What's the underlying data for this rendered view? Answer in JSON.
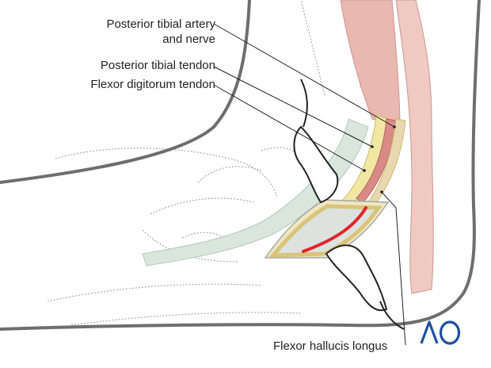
{
  "labels": {
    "posterior_tibial_artery_line1": "Posterior tibial artery",
    "posterior_tibial_artery_line2": "and nerve",
    "posterior_tibial_tendon": "Posterior tibial tendon",
    "flexor_digitorum_tendon": "Flexor digitorum tendon",
    "flexor_hallucis_longus": "Flexor hallucis longus"
  },
  "logo_text": "AO",
  "colors": {
    "outline": "#6e6e6e",
    "muscle": "#e9b8b0",
    "tendon": "#d8e6dc",
    "tendon_yellow": "#f1e7a2",
    "artery": "#d98a86",
    "incision": "#e0252b",
    "wound_edge": "#d8c47a",
    "logo": "#1f4fa3"
  }
}
